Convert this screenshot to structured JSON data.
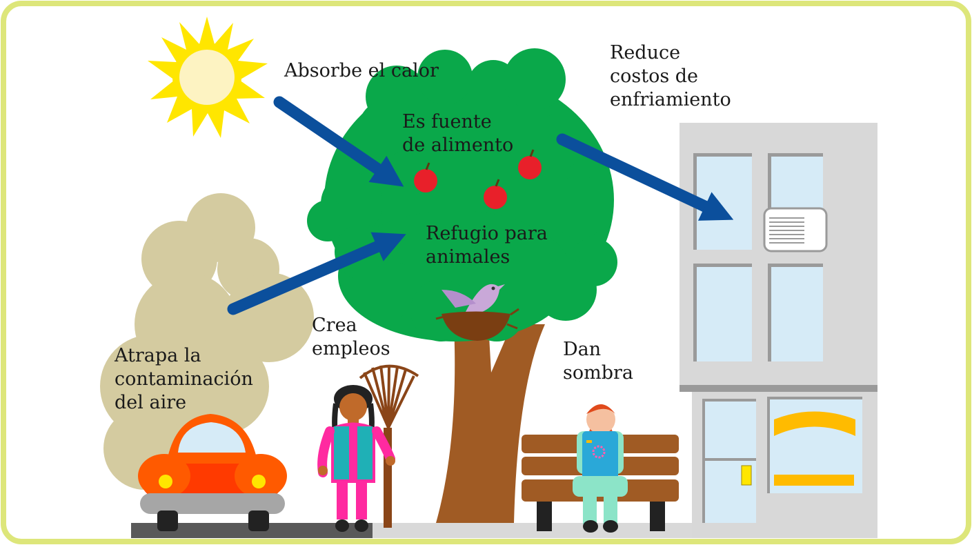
{
  "diagram": {
    "labels": {
      "heat": [
        "Absorbe el calor"
      ],
      "cooling": [
        "Reduce",
        "costos de",
        "enfriamiento"
      ],
      "food": [
        "Es fuente",
        "de alimento"
      ],
      "shelter": [
        "Refugio para",
        "animales"
      ],
      "jobs": [
        "Crea",
        "empleos"
      ],
      "shade": [
        "Dan",
        "sombra"
      ],
      "pollution": [
        "Atrapa la",
        "contaminación",
        "del aire"
      ]
    },
    "icons": [
      "sun-icon",
      "tree-icon",
      "apple-icon",
      "bird-icon",
      "nest-icon",
      "smog-cloud-icon",
      "car-icon",
      "girl-with-rake-icon",
      "girl-on-bench-icon",
      "bench-icon",
      "building-icon",
      "air-conditioner-icon",
      "arrow-icon"
    ],
    "colors": {
      "frame": "#dde67a",
      "arrow": "#0b4f9c",
      "tree": "#0aa84a",
      "trunk": "#a05b24",
      "sun": "#ffe600",
      "smog": "#d4cba0",
      "car": "#ff5a00",
      "building": "#d8d8d8",
      "window": "#d6ebf7"
    }
  }
}
